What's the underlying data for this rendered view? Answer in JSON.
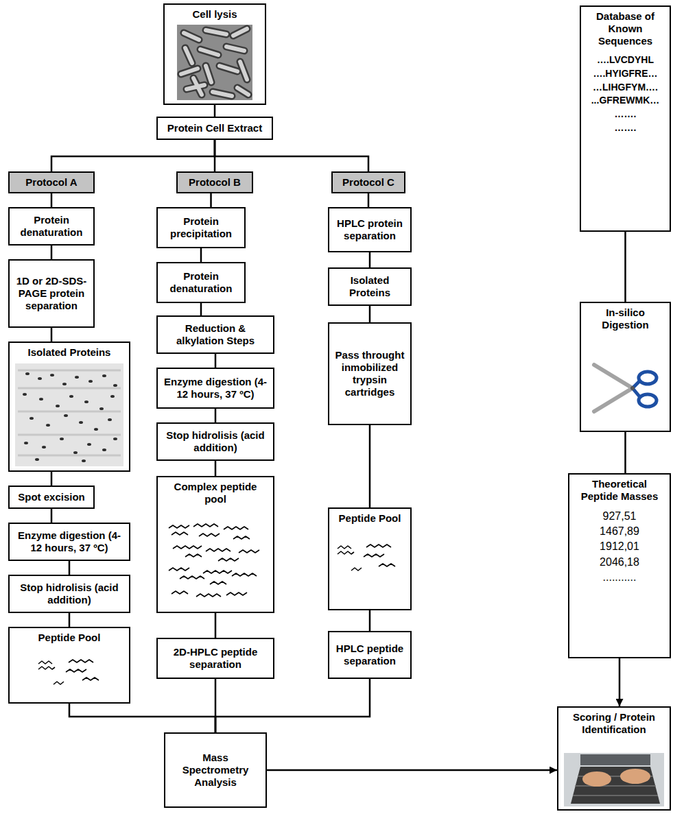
{
  "diagram": {
    "nodes": [
      {
        "text": [
          "Cell lysis"
        ]
      },
      {
        "text": [
          "Protein Cell Extract"
        ]
      },
      {
        "text": [
          "Protocol A"
        ]
      },
      {
        "text": [
          "Protocol B"
        ]
      },
      {
        "text": [
          "Protocol C"
        ]
      },
      {
        "text": [
          "Protein denaturation"
        ]
      },
      {
        "text": [
          "1D or 2D-SDS-PAGE protein separation"
        ]
      },
      {
        "text": [
          "Isolated Proteins"
        ]
      },
      {
        "text": [
          "Spot excision"
        ]
      },
      {
        "text": [
          "Enzyme digestion (4-12 hours, 37 ºC)"
        ]
      },
      {
        "text": [
          "Stop hidrolisis (acid addition)"
        ]
      },
      {
        "text": [
          "Peptide Pool"
        ]
      },
      {
        "text": [
          "Protein precipitation"
        ]
      },
      {
        "text": [
          "Protein denaturation"
        ]
      },
      {
        "text": [
          "Reduction & alkylation Steps"
        ]
      },
      {
        "text": [
          "Enzyme digestion (4-12 hours, 37 ºC)"
        ]
      },
      {
        "text": [
          "Stop hidrolisis (acid addition)"
        ]
      },
      {
        "text": [
          "Complex peptide pool"
        ]
      },
      {
        "text": [
          "2D-HPLC peptide separation"
        ]
      },
      {
        "text": [
          "HPLC protein separation"
        ]
      },
      {
        "text": [
          "Isolated Proteins"
        ]
      },
      {
        "text": [
          "Pass throught inmobilized trypsin cartridges"
        ]
      },
      {
        "text": [
          "Peptide Pool"
        ]
      },
      {
        "text": [
          "HPLC peptide separation"
        ]
      },
      {
        "text": [
          "Mass Spectrometry Analysis"
        ]
      },
      {
        "text": [
          "Database of Known Sequences",
          "….LVCDYHL",
          "….HYIGFRE…",
          "…LIHGFYM….",
          "...GFREWMK…",
          "…….",
          "……."
        ]
      },
      {
        "text": [
          "In-silico Digestion"
        ]
      },
      {
        "text": [
          "Theoretical Peptide Masses",
          "927,51",
          "1467,89",
          "1912,01",
          "2046,18",
          "..........."
        ]
      },
      {
        "text": [
          "Scoring / Protein Identification"
        ]
      }
    ],
    "edges": [
      {
        "from": 0,
        "to": 1,
        "arrow": "none"
      },
      {
        "from": 1,
        "to": 2,
        "arrow": "none"
      },
      {
        "from": 1,
        "to": 3,
        "arrow": "none"
      },
      {
        "from": 1,
        "to": 4,
        "arrow": "none"
      },
      {
        "from": 2,
        "to": 5,
        "arrow": "none"
      },
      {
        "from": 5,
        "to": 6,
        "arrow": "none"
      },
      {
        "from": 6,
        "to": 7,
        "arrow": "none"
      },
      {
        "from": 7,
        "to": 8,
        "arrow": "none"
      },
      {
        "from": 8,
        "to": 9,
        "arrow": "none"
      },
      {
        "from": 9,
        "to": 10,
        "arrow": "none"
      },
      {
        "from": 10,
        "to": 11,
        "arrow": "none"
      },
      {
        "from": 3,
        "to": 12,
        "arrow": "none"
      },
      {
        "from": 12,
        "to": 13,
        "arrow": "none"
      },
      {
        "from": 13,
        "to": 14,
        "arrow": "none"
      },
      {
        "from": 14,
        "to": 15,
        "arrow": "none"
      },
      {
        "from": 15,
        "to": 16,
        "arrow": "none"
      },
      {
        "from": 16,
        "to": 17,
        "arrow": "none"
      },
      {
        "from": 17,
        "to": 18,
        "arrow": "none"
      },
      {
        "from": 4,
        "to": 19,
        "arrow": "none"
      },
      {
        "from": 19,
        "to": 20,
        "arrow": "none"
      },
      {
        "from": 20,
        "to": 21,
        "arrow": "none"
      },
      {
        "from": 21,
        "to": 22,
        "arrow": "none"
      },
      {
        "from": 22,
        "to": 23,
        "arrow": "none"
      },
      {
        "from": 11,
        "to": 24,
        "arrow": "none"
      },
      {
        "from": 18,
        "to": 24,
        "arrow": "none"
      },
      {
        "from": 23,
        "to": 24,
        "arrow": "none"
      },
      {
        "from": 25,
        "to": 26,
        "arrow": "none"
      },
      {
        "from": 26,
        "to": 27,
        "arrow": "none"
      },
      {
        "from": 27,
        "to": 28,
        "arrow": "to"
      },
      {
        "from": 24,
        "to": 28,
        "arrow": "to"
      }
    ]
  }
}
